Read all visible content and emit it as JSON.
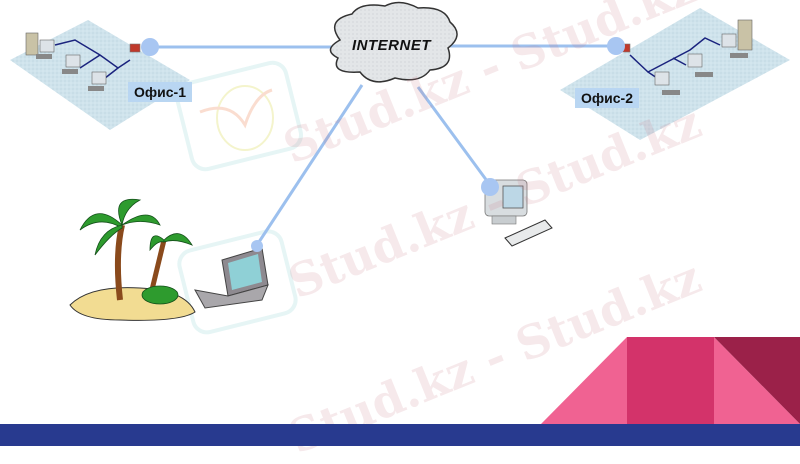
{
  "diagram": {
    "center": {
      "label": "INTERNET",
      "icon": "cloud-icon"
    },
    "nodes": [
      {
        "id": "office1",
        "label": "Офис-1",
        "icon": "office-lan-icon"
      },
      {
        "id": "office2",
        "label": "Офис-2",
        "icon": "office-lan-icon"
      },
      {
        "id": "remote_laptop",
        "label": "",
        "icon": "laptop-island-icon"
      },
      {
        "id": "home_pc",
        "label": "",
        "icon": "desktop-computer-icon"
      }
    ],
    "edges": [
      {
        "from": "INTERNET",
        "to": "office1"
      },
      {
        "from": "INTERNET",
        "to": "office2"
      },
      {
        "from": "INTERNET",
        "to": "remote_laptop"
      },
      {
        "from": "INTERNET",
        "to": "home_pc"
      }
    ]
  },
  "watermark": {
    "text": "Stud.kz - Stud.kz"
  },
  "colors": {
    "link": "#9cc0ee",
    "node_dot": "#a8c6f2",
    "office_floor": "#cfe3ec",
    "lan_wire": "#1a237e",
    "footer": "#283a8f",
    "pink_light": "#f06292",
    "pink_mid": "#d3336a",
    "maroon": "#9b2149"
  }
}
